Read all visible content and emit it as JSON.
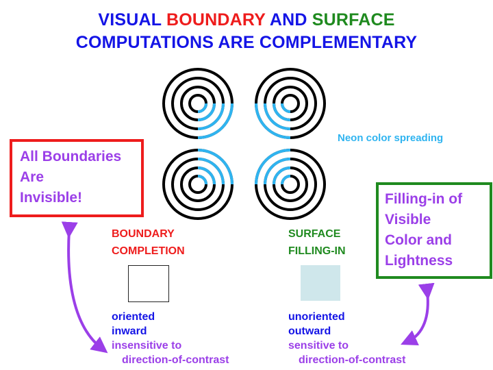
{
  "title": {
    "line1_a": "VISUAL ",
    "line1_b": "BOUNDARY",
    "line1_c": " AND ",
    "line1_d": "SURFACE",
    "line2": "COMPUTATIONS ARE COMPLEMENTARY"
  },
  "neon_label": "Neon color spreading",
  "left_box": {
    "line1": "All Boundaries",
    "line2": "Are",
    "line3": "Invisible!"
  },
  "right_box": {
    "line1": "Filling-in of",
    "line2": "Visible",
    "line3": "Color and",
    "line4": "Lightness"
  },
  "boundary": {
    "heading1": "BOUNDARY",
    "heading2": "COMPLETION",
    "prop1": "oriented",
    "prop2": "inward",
    "prop3": "insensitive to",
    "prop4": "direction-of-contrast"
  },
  "surface": {
    "heading1": "SURFACE",
    "heading2": "FILLING-IN",
    "prop1": "unoriented",
    "prop2": "outward",
    "prop3": "sensitive to",
    "prop4": "direction-of-contrast"
  },
  "colors": {
    "title_blue": "#1414e6",
    "boundary_red": "#ee1c1c",
    "surface_green": "#1f8a1f",
    "property_purple": "#9b3fe8",
    "neon_cyan": "#2fb4f0",
    "fill_swatch": "#cfe7eb"
  }
}
